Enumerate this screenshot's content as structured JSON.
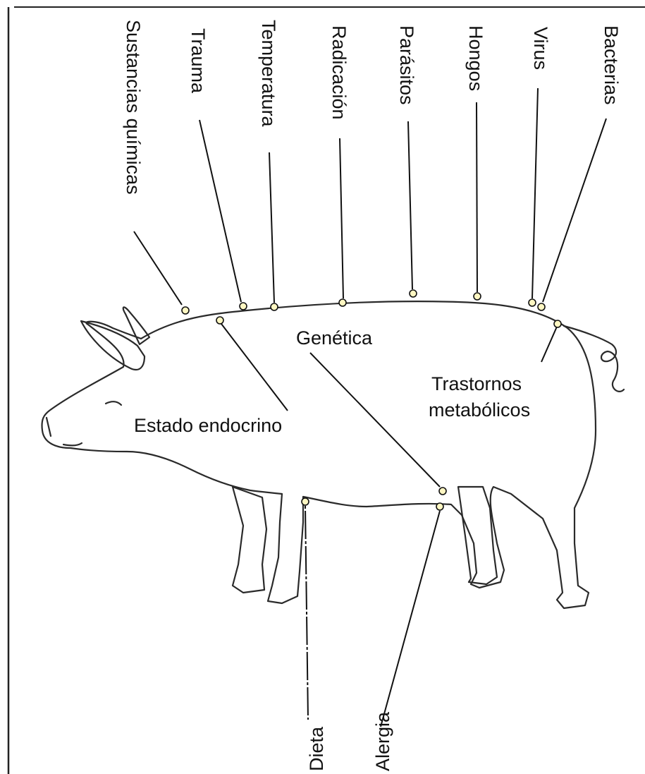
{
  "colors": {
    "body_fill": "#fbf6b6",
    "outline": "#2a2a2a",
    "text": "#111111",
    "border": "#222222"
  },
  "external_factors": [
    {
      "id": "sustancias",
      "label": "Sustancias químicas"
    },
    {
      "id": "trauma",
      "label": "Trauma"
    },
    {
      "id": "temperatura",
      "label": "Temperatura"
    },
    {
      "id": "radicacion",
      "label": "Radicación"
    },
    {
      "id": "parasitos",
      "label": "Parásitos"
    },
    {
      "id": "hongos",
      "label": "Hongos"
    },
    {
      "id": "virus",
      "label": "Virus"
    },
    {
      "id": "bacterias",
      "label": "Bacterias"
    },
    {
      "id": "dieta",
      "label": "Dieta"
    },
    {
      "id": "alergia",
      "label": "Alergia"
    }
  ],
  "internal_factors": [
    {
      "id": "estado",
      "lines": [
        "Estado endocrino"
      ]
    },
    {
      "id": "genetica",
      "lines": [
        "Genética"
      ]
    },
    {
      "id": "trastornos",
      "lines": [
        "Trastornos",
        "metabólicos"
      ]
    }
  ]
}
